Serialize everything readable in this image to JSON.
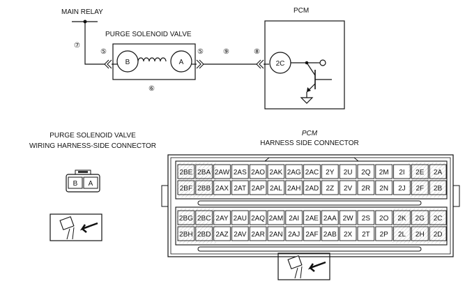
{
  "schematic": {
    "main_relay": "MAIN RELAY",
    "purge_solenoid_valve": "PURGE SOLENOID VALVE",
    "pcm": "PCM",
    "terminal_b": "B",
    "terminal_a": "A",
    "terminal_2c": "2C",
    "ref_7": "⑦",
    "ref_5_left": "⑤",
    "ref_5_right": "⑤",
    "ref_6": "⑥",
    "ref_9": "⑨",
    "ref_8": "⑧"
  },
  "left_connector": {
    "title_line1": "PURGE SOLENOID VALVE",
    "title_line2": "WIRING HARNESS-SIDE CONNECTOR",
    "pins": [
      "B",
      "A"
    ]
  },
  "pcm_connector": {
    "title_line1": "PCM",
    "title_line2": "HARNESS SIDE CONNECTOR",
    "rows": [
      [
        "2BE",
        "2BA",
        "2AW",
        "2AS",
        "2AO",
        "2AK",
        "2AG",
        "2AC",
        "2Y",
        "2U",
        "2Q",
        "2M",
        "2I",
        "2E",
        "2A"
      ],
      [
        "2BF",
        "2BB",
        "2AX",
        "2AT",
        "2AP",
        "2AL",
        "2AH",
        "2AD",
        "2Z",
        "2V",
        "2R",
        "2N",
        "2J",
        "2F",
        "2B"
      ],
      [
        "2BG",
        "2BC",
        "2AY",
        "2AU",
        "2AQ",
        "2AM",
        "2AI",
        "2AE",
        "2AA",
        "2W",
        "2S",
        "2O",
        "2K",
        "2G",
        "2C"
      ],
      [
        "2BH",
        "2BD",
        "2AZ",
        "2AV",
        "2AR",
        "2AN",
        "2AJ",
        "2AF",
        "2AB",
        "2X",
        "2T",
        "2P",
        "2L",
        "2H",
        "2D"
      ]
    ]
  }
}
